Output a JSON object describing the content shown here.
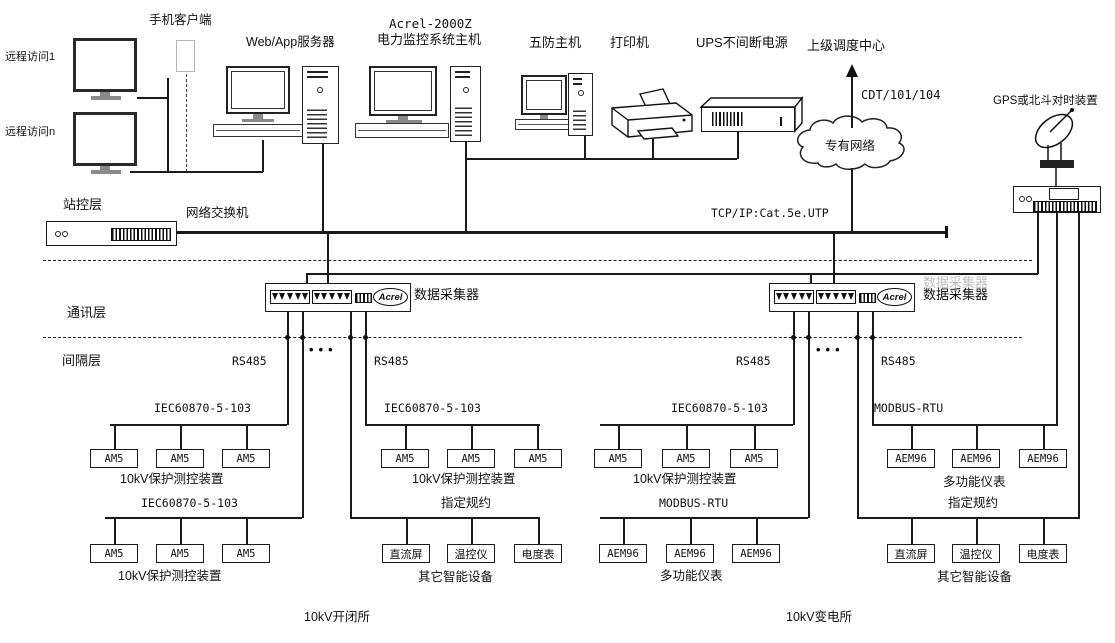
{
  "remote": {
    "monitor1": "远程访问1",
    "monitor2": "远程访问n",
    "phone": "手机客户端"
  },
  "servers": {
    "webapp": "Web/App服务器",
    "host_line1": "Acrel-2000Z",
    "host_line2": "电力监控系统主机",
    "wufang": "五防主机",
    "printer": "打印机",
    "ups": "UPS不间断电源"
  },
  "dispatch": {
    "label": "上级调度中心",
    "protocol": "CDT/101/104",
    "cloud": "专有网络"
  },
  "gps": {
    "label": "GPS或北斗对时装置"
  },
  "layers": {
    "station": "站控层",
    "comm": "通讯层",
    "bay": "间隔层"
  },
  "network": {
    "switch": "网络交换机",
    "cable": "TCP/IP:Cat.5e.UTP"
  },
  "collector": {
    "label": "数据采集器",
    "brand": "Acrel",
    "ellipsis": "•••"
  },
  "groups": [
    {
      "rs485": "RS485",
      "top": {
        "protocol": "IEC60870-5-103",
        "boxes": [
          "AM5",
          "AM5",
          "AM5"
        ],
        "caption": "10kV保护测控装置"
      },
      "bottom": {
        "protocol": "IEC60870-5-103",
        "boxes": [
          "AM5",
          "AM5",
          "AM5"
        ],
        "caption": "10kV保护测控装置"
      }
    },
    {
      "rs485": "RS485",
      "top": {
        "protocol": "IEC60870-5-103",
        "boxes": [
          "AM5",
          "AM5",
          "AM5"
        ],
        "caption": "10kV保护测控装置"
      },
      "bottom": {
        "protocol": "指定规约",
        "boxes": [
          "直流屏",
          "温控仪",
          "电度表"
        ],
        "caption": "其它智能设备"
      }
    },
    {
      "rs485": "RS485",
      "top": {
        "protocol": "IEC60870-5-103",
        "boxes": [
          "AM5",
          "AM5",
          "AM5"
        ],
        "caption": "10kV保护测控装置"
      },
      "bottom": {
        "protocol": "MODBUS-RTU",
        "boxes": [
          "AEM96",
          "AEM96",
          "AEM96"
        ],
        "caption": "多功能仪表"
      }
    },
    {
      "rs485": "RS485",
      "top": {
        "protocol": "MODBUS-RTU",
        "boxes": [
          "AEM96",
          "AEM96",
          "AEM96"
        ],
        "caption": "多功能仪表"
      },
      "bottom": {
        "protocol": "指定规约",
        "boxes": [
          "直流屏",
          "温控仪",
          "电度表"
        ],
        "caption": "其它智能设备"
      }
    }
  ],
  "sites": {
    "left": "10kV开闭所",
    "right": "10kV变电所"
  }
}
